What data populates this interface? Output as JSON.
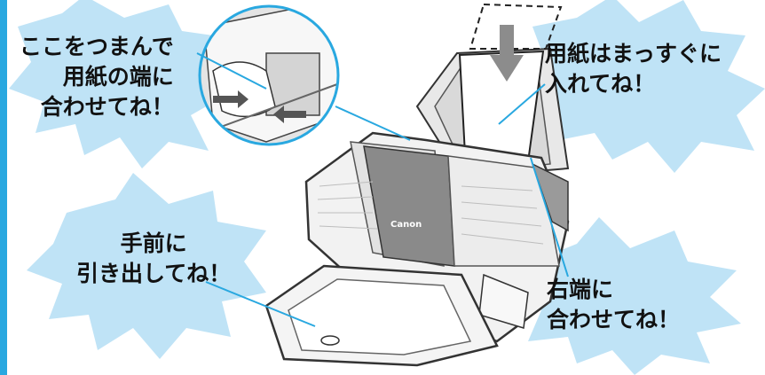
{
  "callouts": {
    "pinch_guide": {
      "lines": [
        "ここをつまんで",
        "用紙の端に",
        "合わせてね！"
      ]
    },
    "insert_straight": {
      "lines": [
        "用紙はまっすぐに",
        "入れてね！"
      ]
    },
    "pull_out_tray": {
      "lines": [
        "手前に",
        "引き出してね！"
      ]
    },
    "align_right": {
      "lines": [
        "右端に",
        "合わせてね！"
      ]
    }
  },
  "printer": {
    "brand_label": "Canon"
  },
  "colors": {
    "burst": "#bfe3f6",
    "accent_bar": "#29a8e0",
    "leader_line": "#29a8e0",
    "printer_body": "#f2f2f2",
    "printer_outline": "#333333",
    "dark_panel": "#8a8a8a"
  },
  "icons": {
    "arrow_down": "insert-direction-arrow-icon",
    "arrow_pinch": "pinch-arrows-icon"
  }
}
